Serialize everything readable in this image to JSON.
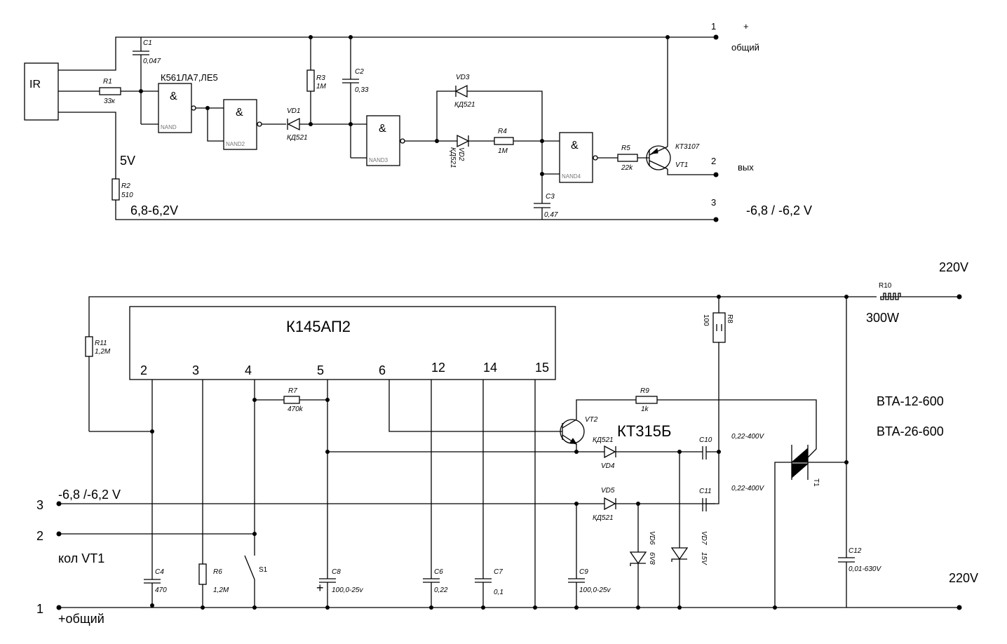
{
  "top_circuit": {
    "ir_sensor": "IR",
    "chip_label": "К561ЛА7,ЛЕ5",
    "gates": [
      "NAND",
      "NAND2",
      "NAND3",
      "NAND4"
    ],
    "gate_symbol": "&",
    "components": {
      "C1": {
        "name": "C1",
        "value": "0,047"
      },
      "R1": {
        "name": "R1",
        "value": "33к"
      },
      "R2": {
        "name": "R2",
        "value": "510"
      },
      "R3": {
        "name": "R3",
        "value": "1M"
      },
      "C2": {
        "name": "C2",
        "value": "0,33"
      },
      "VD1": {
        "name": "VD1",
        "value": "КД521"
      },
      "VD2": {
        "name": "VD2",
        "value": "КД521"
      },
      "VD3": {
        "name": "VD3",
        "value": "КД521"
      },
      "R4": {
        "name": "R4",
        "value": "1M"
      },
      "C3": {
        "name": "C3",
        "value": "0,47"
      },
      "R5": {
        "name": "R5",
        "value": "22k"
      },
      "VT1": {
        "name": "VT1",
        "value": "КТ3107"
      }
    },
    "voltage_5v": "5V",
    "voltage_range": "6,8-6,2V",
    "terminals": [
      {
        "num": "1",
        "label": "+",
        "label2": "общий"
      },
      {
        "num": "2",
        "label": "вых"
      },
      {
        "num": "3",
        "label": "-6,8 / -6,2 V"
      }
    ]
  },
  "bottom_circuit": {
    "ic_label": "К145АП2",
    "ic_pins": [
      "2",
      "3",
      "4",
      "5",
      "6",
      "12",
      "14",
      "15"
    ],
    "components": {
      "R11": {
        "name": "R11",
        "value": "1,2M"
      },
      "R7": {
        "name": "R7",
        "value": "470k"
      },
      "R6": {
        "name": "R6",
        "value": "1,2M"
      },
      "C4": {
        "name": "C4",
        "value": "470"
      },
      "S1": {
        "name": "S1"
      },
      "C8": {
        "name": "C8",
        "value": "100,0-25v",
        "polarity": "+"
      },
      "C6": {
        "name": "C6",
        "value": "0,22"
      },
      "C7": {
        "name": "C7",
        "value": "0,1"
      },
      "C9": {
        "name": "C9",
        "value": "100,0-25v"
      },
      "VT2": {
        "name": "VT2",
        "value": "КТ315Б"
      },
      "R9": {
        "name": "R9",
        "value": "1k"
      },
      "VD4": {
        "name": "VD4",
        "value": "КД521"
      },
      "VD5": {
        "name": "VD5",
        "value": "КД521"
      },
      "VD6": {
        "name": "VD6",
        "value": "6V8"
      },
      "VD7": {
        "name": "VD7",
        "value": "15V"
      },
      "C10": {
        "name": "C10",
        "value": "0,22-400V"
      },
      "C11": {
        "name": "C11",
        "value": "0,22-400V"
      },
      "R8": {
        "name": "R8",
        "value": "100"
      },
      "R10": {
        "name": "R10",
        "value": "300W"
      },
      "C12": {
        "name": "C12",
        "value": "0,01-630V"
      },
      "T1": {
        "name": "T1"
      }
    },
    "triac_models": [
      "BTA-12-600",
      "BTA-26-600"
    ],
    "mains_top": "220V",
    "mains_bottom": "220V",
    "terminals": [
      {
        "num": "3",
        "label": "-6,8 /-6,2 V"
      },
      {
        "num": "2",
        "label": "кол VT1"
      },
      {
        "num": "1",
        "label": "+общий"
      }
    ]
  }
}
